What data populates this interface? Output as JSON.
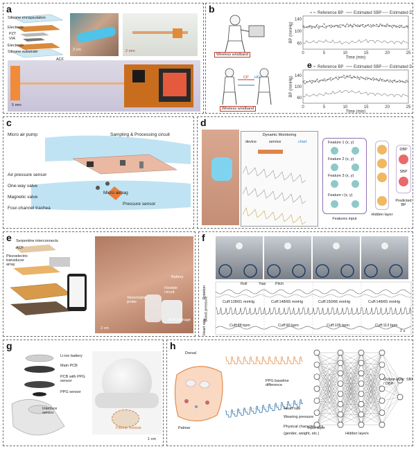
{
  "panels": {
    "a": {
      "label": "a",
      "layers": [
        "Silicone encapsulation",
        "Electrode",
        "PZT",
        "VIA",
        "Electrode",
        "Silicone substrate",
        "ACF"
      ],
      "scale1": "2 cm",
      "scale2": "2 mm",
      "scale3": "5 mm"
    },
    "b": {
      "label": "b",
      "label_e": "e",
      "wristband1": "Wireless wristband",
      "wristband2": "Wireless wristband",
      "cp": "CP",
      "hg": "HG"
    },
    "c": {
      "label": "c",
      "items": [
        "Micro air pump",
        "Sampling & Processing circuit",
        "Air pressure sensor",
        "One-way valve",
        "Micro airbag",
        "Magnetic valve",
        "Pressure sensor",
        "Four-channel trachea"
      ]
    },
    "d": {
      "label": "d",
      "app_title": "Dynamic Monitoring",
      "app_tabs": [
        "device",
        "service",
        "chart"
      ],
      "features": [
        "Feature 1 (x, y)",
        "Feature 2 (x, y)",
        "Feature 3 (x, y)",
        "Feature i (x, y)"
      ],
      "features_input": "Features input",
      "hidden": "Hidden layer",
      "predicted": "Predicted BP",
      "dbp": "DBP",
      "sbp": "SBP"
    },
    "e": {
      "label": "e",
      "items": [
        "Serpentine interconnects",
        "ACF",
        "Piezoelectric transducer array",
        "Flexible circuit",
        "Battery",
        "Stretchable probe",
        "Soft package"
      ],
      "scale": "2 cm"
    },
    "f": {
      "label": "f",
      "legend": [
        "Roll",
        "Yaw",
        "Pitch"
      ],
      "cuffs": [
        "Cuff:128/61 mmHg",
        "Cuff:148/65 mmHg",
        "Cuff:150/66 mmHg",
        "Cuff:148/65 mmHg"
      ],
      "hr": [
        "Cuff:88 bpm",
        "Cuff:90 bpm",
        "Cuff:105 bpm",
        "Cuff:113 bpm"
      ],
      "ylabels": [
        "Rotation",
        "Blood pressure",
        "Heart rate"
      ],
      "scale": "2 s"
    },
    "g": {
      "label": "g",
      "items": [
        "Li-ion battery",
        "Main PCB",
        "PCB with PPG sensor",
        "PPG sensor",
        "Interface sensor",
        "Palmar module"
      ],
      "scale": "1 cm"
    },
    "h": {
      "label": "h",
      "dorsal": "Dorsal",
      "palmar": "Palmar",
      "texts": [
        "PPG baseline difference",
        "Heart rate",
        "Wearing pressure",
        "Physical characteristics",
        "(gender, weight, etc.)"
      ],
      "input_layer": "Input layer",
      "hidden_layers": "Hidden layers",
      "output_layer": "Output layer: SBP / DBP"
    }
  },
  "chart_data": [
    {
      "type": "line",
      "xlabel": "Time (min)",
      "ylabel": "BP (mmHg)",
      "x": [
        0,
        5,
        10,
        15,
        20,
        25
      ],
      "ylim": [
        40,
        150
      ],
      "yticks": [
        60,
        100,
        140
      ],
      "legend": "top",
      "series": [
        {
          "name": "Reference BP",
          "values": [
            112,
            118,
            115,
            120,
            117,
            114
          ]
        },
        {
          "name": "Estimated SBP",
          "values": [
            115,
            113,
            120,
            116,
            119,
            112
          ]
        },
        {
          "name": "Estimated DBP",
          "values": [
            62,
            66,
            61,
            68,
            64,
            63
          ]
        }
      ]
    },
    {
      "type": "line",
      "xlabel": "Time (min)",
      "ylabel": "BP (mmHg)",
      "x": [
        0,
        5,
        10,
        15,
        20,
        25
      ],
      "ylim": [
        40,
        160
      ],
      "yticks": [
        60,
        100,
        140
      ],
      "legend": "top",
      "series": [
        {
          "name": "Reference BP",
          "values": [
            118,
            124,
            138,
            128,
            122,
            116
          ]
        },
        {
          "name": "Estimated SBP",
          "values": [
            114,
            122,
            135,
            131,
            120,
            118
          ]
        },
        {
          "name": "Estimated DBP",
          "values": [
            66,
            72,
            84,
            76,
            70,
            68
          ]
        }
      ]
    }
  ]
}
